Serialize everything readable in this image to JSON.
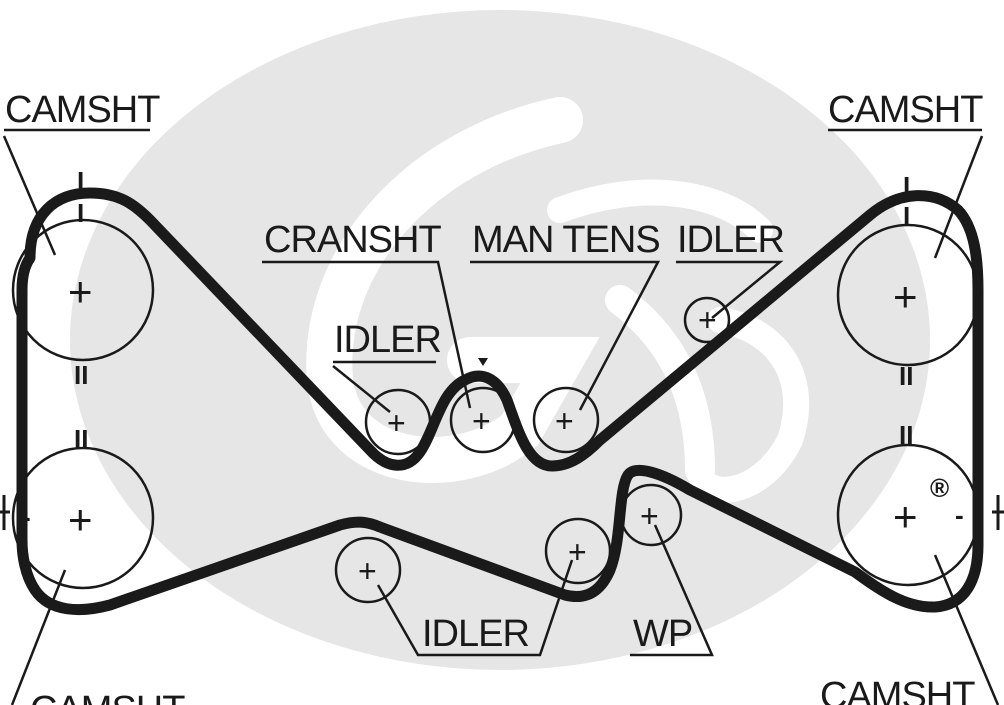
{
  "diagram": {
    "labels": {
      "camshaft_top_left": "CAMSHT",
      "camshaft_top_right": "CAMSHT",
      "camshaft_bottom_left": "CAMSHT",
      "camshaft_bottom_right": "CAMSHT",
      "crankshaft": "CRANSHT",
      "manual_tensioner": "MAN TENS",
      "idler_upper_right": "IDLER",
      "idler_center": "IDLER",
      "idler_bottom": "IDLER",
      "water_pump": "WP"
    },
    "timing_marks": {
      "single": "I",
      "double": "II",
      "dash": "-"
    },
    "pulley_center_symbol": "+",
    "registered_mark": "®",
    "colors": {
      "ink": "#1a1a1a",
      "watermark": "#e6e6e6",
      "background": "#ffffff"
    }
  }
}
